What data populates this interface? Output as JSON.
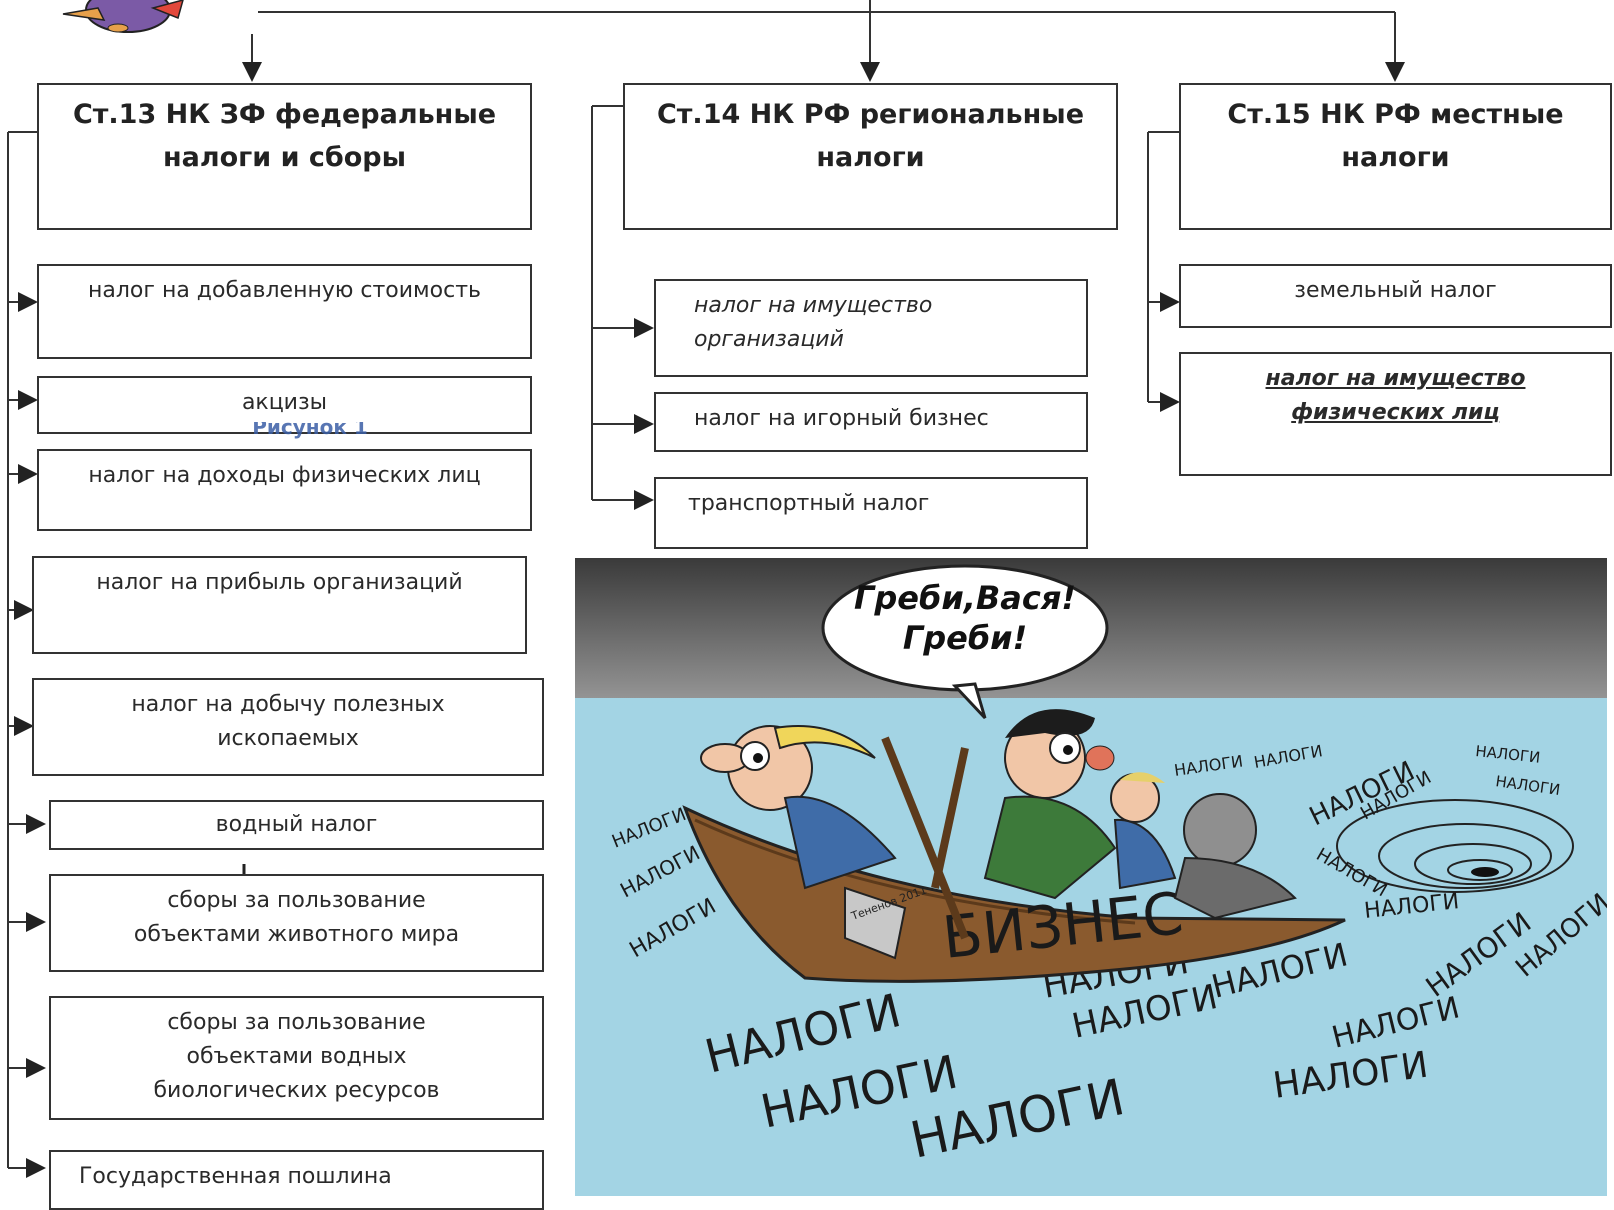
{
  "categories": {
    "federal": {
      "title": "Ст.13 НК ЗФ федеральные налоги и сборы",
      "items": [
        "налог на добавленную стоимость",
        "акцизы",
        "налог на доходы физических лиц",
        "налог на прибыль организаций",
        "налог на добычу полезных ископаемых",
        "водный налог",
        "сборы за пользование объектами животного мира",
        "сборы за пользование объектами водных биологических ресурсов",
        "Государственная пошлина"
      ]
    },
    "regional": {
      "title": "Ст.14 НК РФ региональные налоги",
      "items": [
        "налог на имущество организаций",
        "налог на игорный бизнес",
        "транспортный налог"
      ]
    },
    "local": {
      "title": "Ст.15 НК РФ местные налоги",
      "items": [
        "земельный налог",
        "налог на имущество физических лиц"
      ]
    }
  },
  "overlay_text": "Рисунок 1",
  "cartoon": {
    "speech": "Греби,Вася! Греби!",
    "boat_label": "БИЗНЕС",
    "waves_word": "НАЛОГИ",
    "signature": "Тененов 2011"
  },
  "colors": {
    "line": "#333333",
    "sea": "#9fd3e4",
    "sky_top": "#3c3c3c",
    "boat": "#8a5a2e"
  }
}
